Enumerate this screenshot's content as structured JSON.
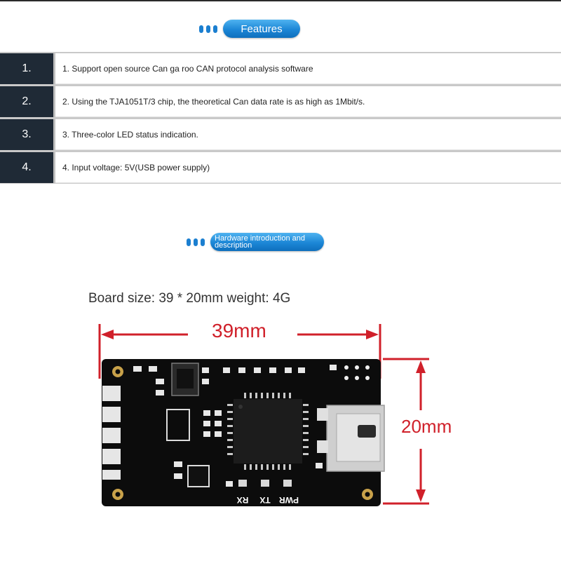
{
  "features_header": {
    "title": "Features",
    "dot_color": "#1b7fd0",
    "pill_color": "#1c86d6"
  },
  "features": [
    {
      "num": "1.",
      "text": "1. Support open source Can ga roo CAN protocol analysis software"
    },
    {
      "num": "2.",
      "text": "2. Using the TJA1051T/3 chip, the theoretical Can data rate is as high as 1Mbit/s."
    },
    {
      "num": "3.",
      "text": "3. Three-color LED status indication."
    },
    {
      "num": "4.",
      "text": "4. Input voltage: 5V(USB power supply)"
    }
  ],
  "hardware_header": {
    "line1": "Hardware introduction and",
    "line2": "description"
  },
  "board_info": {
    "size_text": "Board size: 39 * 20mm weight: 4G",
    "width_label": "39mm",
    "height_label": "20mm",
    "dimension_color": "#d0202a",
    "led_labels": [
      "RX",
      "TX",
      "PWR"
    ]
  }
}
